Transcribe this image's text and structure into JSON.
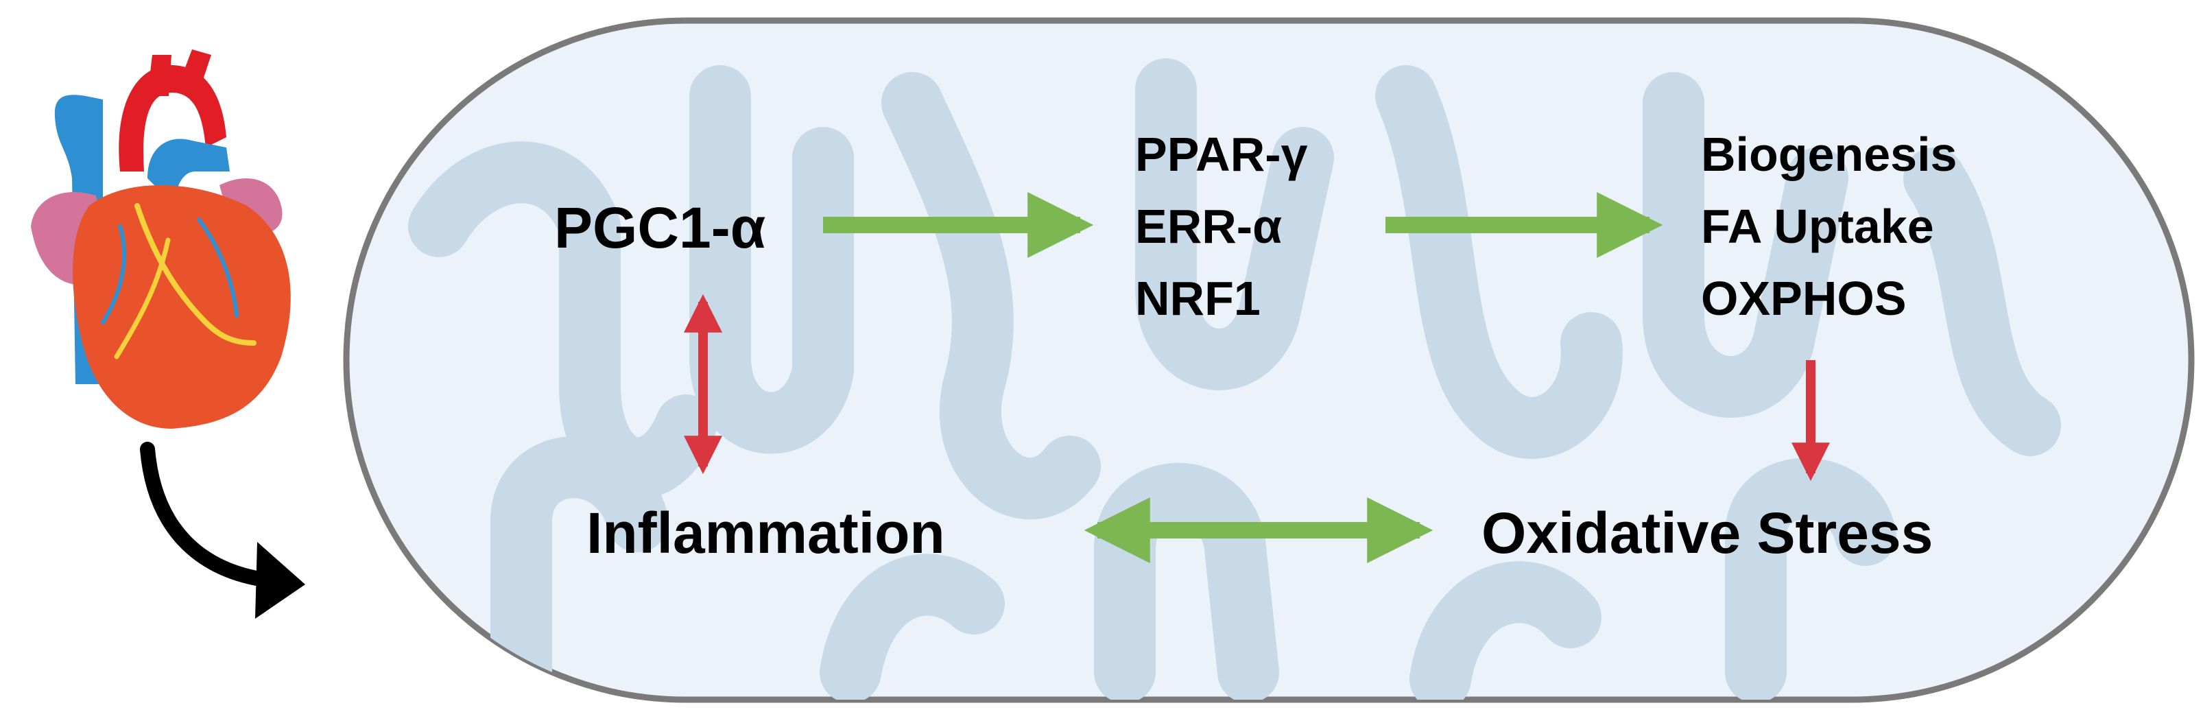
{
  "nodes": {
    "pgc1a": "PGC1-α",
    "transcription_factors": [
      "PPAR-γ",
      "ERR-α",
      "NRF1"
    ],
    "outcomes": [
      "Biogenesis",
      "FA Uptake",
      "OXPHOS"
    ],
    "inflammation": "Inflammation",
    "oxidative_stress": "Oxidative Stress"
  },
  "icons": {
    "heart": "anatomical-heart-icon",
    "curved_arrow": "curved-arrow-icon",
    "organelle": "mitochondrion-icon"
  },
  "colors": {
    "activation_arrow": "#7cb751",
    "inhibition_arrow": "#d9373f",
    "membrane_fill": "#ebf2fa",
    "membrane_stroke": "#7a7a7a",
    "cristae_fill": "#c8d9e7",
    "text": "#000000"
  }
}
